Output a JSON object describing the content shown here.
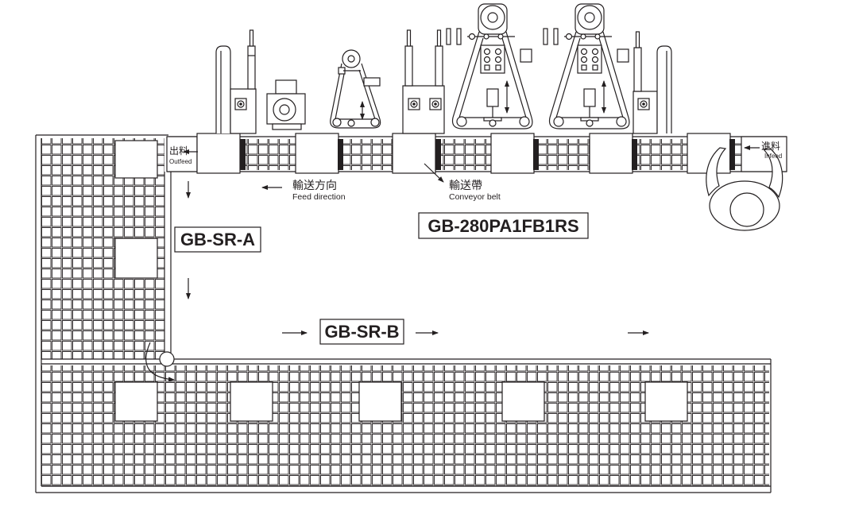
{
  "diagram": {
    "belt_labels": {
      "outfeed_zh": "出料",
      "outfeed_en": "Outfeed",
      "infeed_zh": "進料",
      "infeed_en": "Infeed",
      "feed_direction_zh": "輸送方向",
      "feed_direction_en": "Feed direction",
      "conveyor_belt_zh": "輸送帶",
      "conveyor_belt_en": "Conveyor belt"
    },
    "models": {
      "main_machine": "GB-280PA1FB1RS",
      "return_a": "GB-SR-A",
      "return_b": "GB-SR-B"
    },
    "colors": {
      "line": "#231f20",
      "background": "#ffffff"
    }
  }
}
